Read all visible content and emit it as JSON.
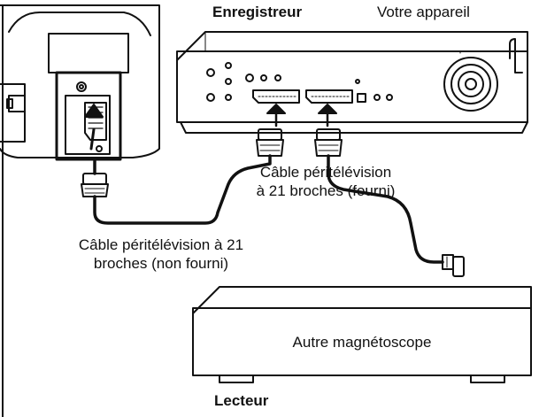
{
  "labels": {
    "recorder_title": "Enregistreur",
    "your_device": "Votre appareil",
    "cable_supplied_line1": "Câble péritélévision",
    "cable_supplied_line2": "à 21 broches (fourni)",
    "cable_not_supplied_line1": "Câble péritélévision à 21",
    "cable_not_supplied_line2": "broches (non fourni)",
    "other_vcr": "Autre magnétoscope",
    "player_title": "Lecteur"
  },
  "colors": {
    "stroke": "#111111",
    "background": "#ffffff",
    "highlight": "#000000"
  }
}
